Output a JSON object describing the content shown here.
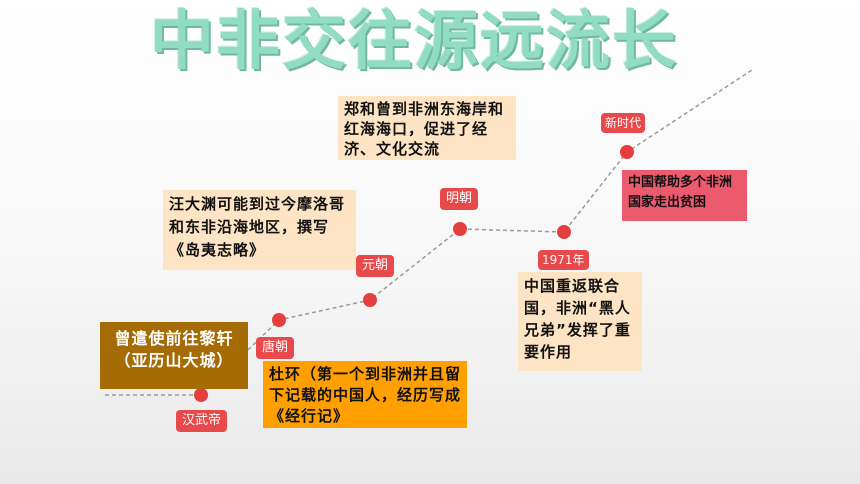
{
  "title": "中非交往源远流长",
  "eras": {
    "han": "汉武帝",
    "tang": "唐朝",
    "yuan": "元朝",
    "ming": "明朝",
    "y1971": "1971年",
    "new": "新时代"
  },
  "notes": {
    "han": "曾遣使前往黎轩（亚历山大城）",
    "tang": "杜环（第一个到非洲并且留下记载的中国人，经历写成《经行记》",
    "yuan": "汪大渊可能到过今摩洛哥和东非沿海地区，撰写《岛夷志略》",
    "ming": "郑和曾到非洲东海岸和红海海口，促进了经济、文化交流",
    "y1971": "中国重返联合国，非洲“黑人兄弟”发挥了重要作用",
    "new": "中国帮助多个非洲国家走出贫困"
  },
  "colors": {
    "title": "#93dcc4",
    "tag": "#e8494a",
    "dot": "#e53e3e",
    "line": "#9a9a9a",
    "han_box": "#a56b04",
    "tang_box": "#ffa000",
    "peach_box": "#fde4c4",
    "new_box": "#ec5a6e"
  }
}
